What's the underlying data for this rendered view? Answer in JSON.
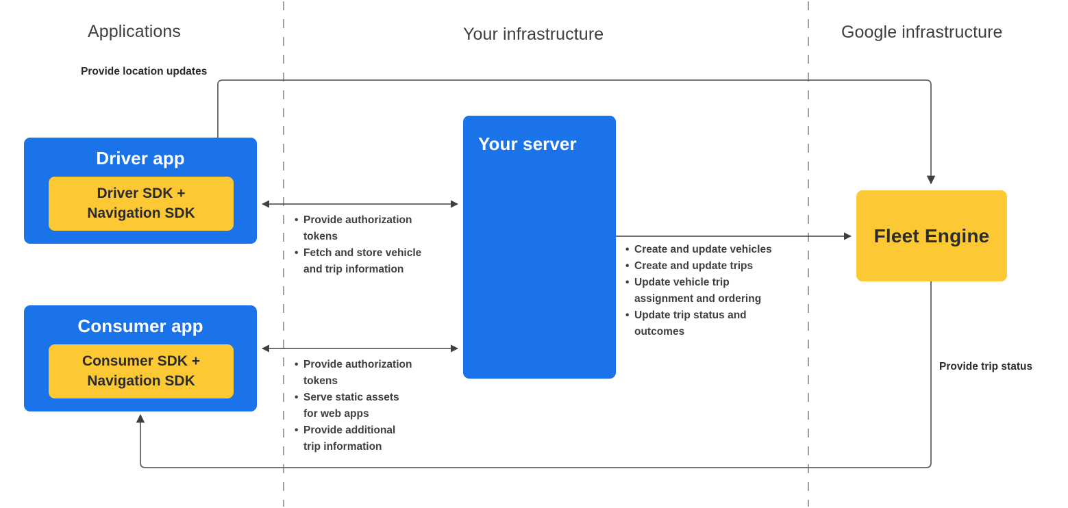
{
  "columns": [
    {
      "id": "applications",
      "label": "Applications"
    },
    {
      "id": "your-infrastructure",
      "label": "Your infrastructure"
    },
    {
      "id": "google-infrastructure",
      "label": "Google infrastructure"
    }
  ],
  "nodes": {
    "driver_app": {
      "title": "Driver app",
      "sdk": "Driver SDK +\nNavigation SDK",
      "sdk_line1": "Driver SDK +",
      "sdk_line2": "Navigation SDK"
    },
    "consumer_app": {
      "title": "Consumer app",
      "sdk_line1": "Consumer SDK +",
      "sdk_line2": "Navigation SDK"
    },
    "your_server": {
      "title": "Your server"
    },
    "fleet_engine": {
      "title": "Fleet Engine"
    }
  },
  "edges": {
    "location_updates": {
      "label": "Provide location updates"
    },
    "trip_status": {
      "label": "Provide trip status"
    },
    "driver_server": {
      "items": [
        "Provide authorization",
        "tokens",
        "Fetch and store vehicle",
        "and trip information"
      ],
      "bullets": [
        {
          "lines": [
            "Provide authorization",
            "tokens"
          ]
        },
        {
          "lines": [
            "Fetch and store vehicle",
            "and trip information"
          ]
        }
      ]
    },
    "consumer_server": {
      "bullets": [
        {
          "lines": [
            "Provide authorization",
            "tokens"
          ]
        },
        {
          "lines": [
            "Serve static assets",
            "for web apps"
          ]
        },
        {
          "lines": [
            "Provide additional",
            "trip information"
          ]
        }
      ]
    },
    "server_fleet": {
      "bullets": [
        {
          "lines": [
            "Create and update vehicles"
          ]
        },
        {
          "lines": [
            "Create and update trips"
          ]
        },
        {
          "lines": [
            "Update vehicle trip",
            "assignment and ordering"
          ]
        },
        {
          "lines": [
            "Update trip status and",
            "outcomes"
          ]
        }
      ]
    }
  },
  "colors": {
    "blue": "#1a73e8",
    "yellow": "#fcc934",
    "line": "#5f6368",
    "divider": "#9aa0a6",
    "header_text": "#3c4043",
    "label_text": "#2b2b2b"
  }
}
